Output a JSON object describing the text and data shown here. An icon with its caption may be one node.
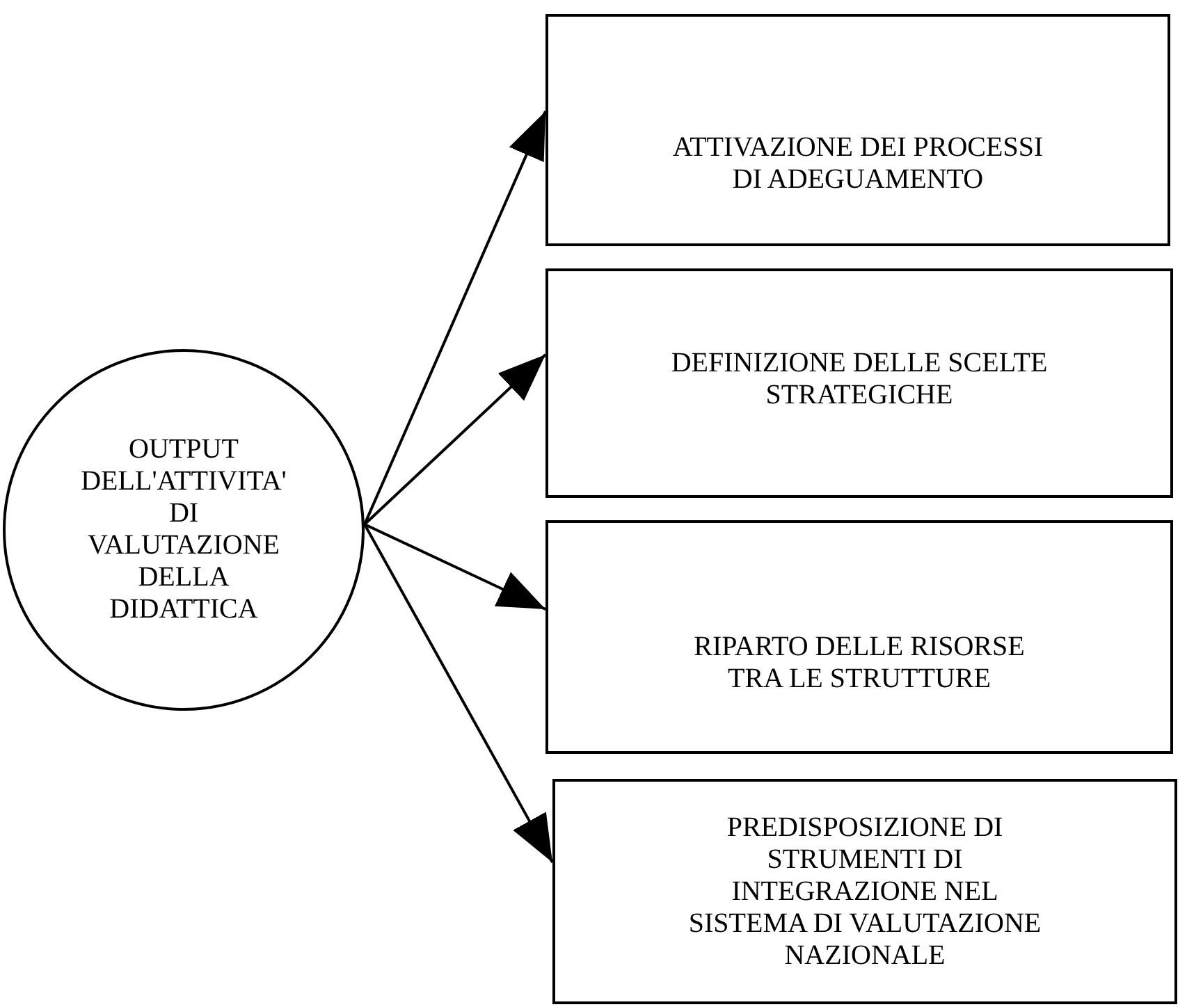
{
  "diagram": {
    "nodes": [
      {
        "text": [
          "OUTPUT DELL'ATTIVITA' DI VALUTAZIONE DELLA DIDATTICA"
        ]
      },
      {
        "text": [
          "ATTIVAZIONE DEI PROCESSI DI ADEGUAMENTO"
        ]
      },
      {
        "text": [
          "DEFINIZIONE DELLE SCELTE STRATEGICHE"
        ]
      },
      {
        "text": [
          "RIPARTO DELLE RISORSE TRA LE STRUTTURE"
        ]
      },
      {
        "text": [
          "PREDISPOSIZIONE DI STRUMENTI DI INTEGRAZIONE NEL SISTEMA DI VALUTAZIONE NAZIONALE"
        ]
      }
    ],
    "edges": [
      {
        "from": 0,
        "to": 1,
        "arrow": "to"
      },
      {
        "from": 0,
        "to": 2,
        "arrow": "to"
      },
      {
        "from": 0,
        "to": 3,
        "arrow": "to"
      },
      {
        "from": 0,
        "to": 4,
        "arrow": "to"
      }
    ]
  }
}
